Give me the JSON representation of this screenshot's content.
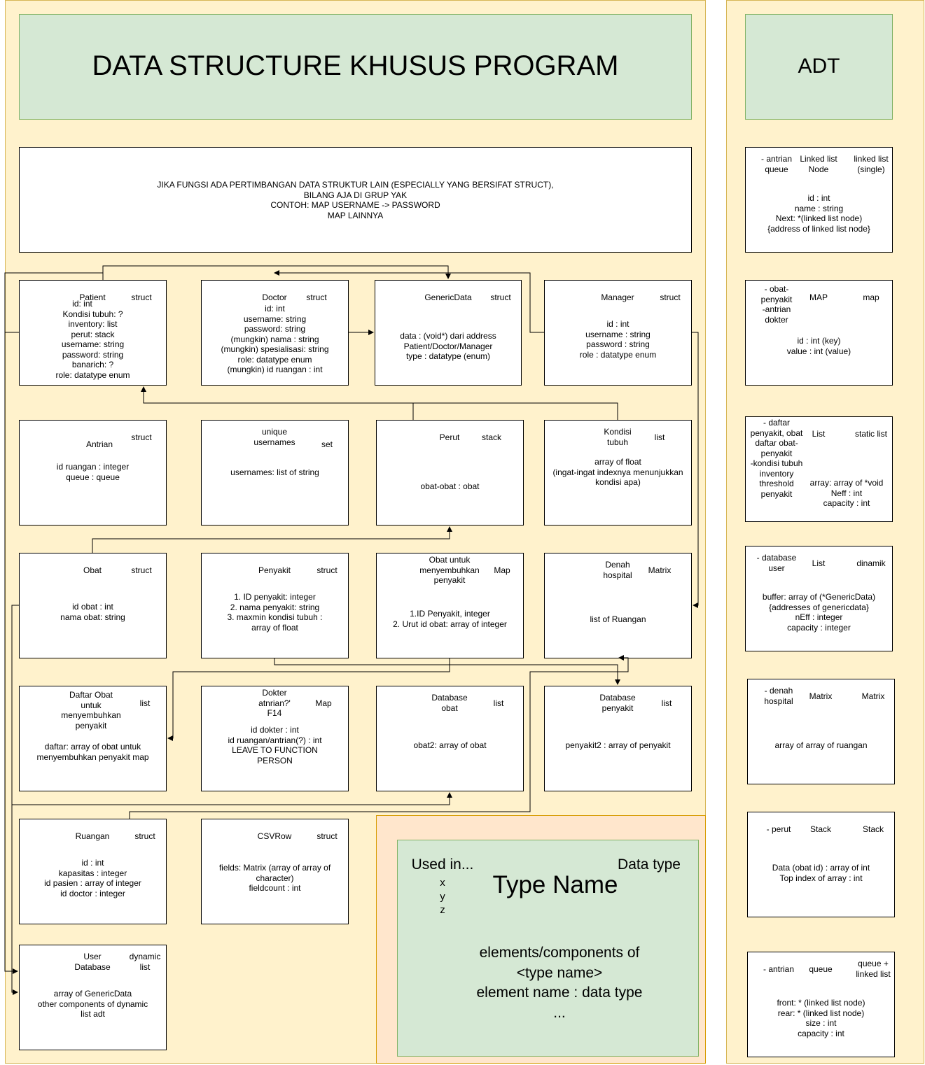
{
  "main_title": "DATA STRUCTURE KHUSUS PROGRAM",
  "adt_title": "ADT",
  "note": {
    "lines": [
      "JIKA FUNGSI ADA PERTIMBANGAN DATA STRUKTUR LAIN (ESPECIALLY YANG BERSIFAT STRUCT),",
      "BILANG AJA DI GRUP YAK",
      "CONTOH: MAP USERNAME -> PASSWORD",
      "MAP LAINNYA"
    ]
  },
  "boxes": {
    "patient": {
      "name": "Patient",
      "kind": "struct",
      "fields": [
        "id: int",
        "Kondisi tubuh: ?",
        "inventory: list",
        "perut: stack",
        "username: string",
        "password: string",
        "banarich: ?",
        "role: datatype enum"
      ]
    },
    "doctor": {
      "name": "Doctor",
      "kind": "struct",
      "fields": [
        "id: int",
        "username: string",
        "password: string",
        "(mungkin) nama : string",
        "(mungkin) spesialisasi: string",
        "role: datatype enum",
        "(mungkin) id ruangan : int"
      ]
    },
    "genericdata": {
      "name": "GenericData",
      "kind": "struct",
      "fields": [
        "data : (void*) dari address",
        "Patient/Doctor/Manager",
        "type : datatype (enum)"
      ]
    },
    "manager": {
      "name": "Manager",
      "kind": "struct",
      "fields": [
        "id : int",
        "username : string",
        "password : string",
        "role : datatype enum"
      ]
    },
    "antrian": {
      "name": "Antrian",
      "kind": "struct",
      "fields": [
        "id ruangan : integer",
        "queue : queue"
      ]
    },
    "unique_usernames": {
      "name_lines": [
        "unique",
        "usernames"
      ],
      "kind": "set",
      "fields": [
        "usernames: list of string"
      ]
    },
    "perut": {
      "name": "Perut",
      "kind": "stack",
      "fields": [
        "obat-obat : obat"
      ]
    },
    "kondisi_tubuh": {
      "name_lines": [
        "Kondisi",
        "tubuh"
      ],
      "kind": "list",
      "fields": [
        "array of float",
        "(ingat-ingat indexnya menunjukkan",
        "kondisi apa)"
      ]
    },
    "obat": {
      "name": "Obat",
      "kind": "struct",
      "fields": [
        "id obat : int",
        "nama obat: string"
      ]
    },
    "penyakit": {
      "name": "Penyakit",
      "kind": "struct",
      "fields": [
        "1. ID penyakit: integer",
        "2. nama penyakit: string",
        "3. maxmin kondisi tubuh :",
        "array of float"
      ]
    },
    "obat_untuk": {
      "name_lines": [
        "Obat untuk",
        "menyembuhkan",
        "penyakit"
      ],
      "kind": "Map",
      "fields": [
        "1.ID Penyakit, integer",
        "2. Urut id obat: array of integer"
      ]
    },
    "denah": {
      "name_lines": [
        "Denah",
        "hospital"
      ],
      "kind": "Matrix",
      "fields": [
        "list of Ruangan"
      ]
    },
    "daftar_obat": {
      "name_lines": [
        "Daftar Obat",
        "untuk",
        "menyembuhkan",
        "penyakit"
      ],
      "kind": "list",
      "fields": [
        "daftar: array of obat untuk",
        "menyembuhkan penyakit map"
      ]
    },
    "dokter_antrian": {
      "name_lines": [
        "Dokter",
        "atnrian?'",
        "F14"
      ],
      "kind": "Map",
      "fields": [
        "id dokter : int",
        "id ruangan/antrian(?) : int",
        "LEAVE TO FUNCTION",
        "PERSON"
      ]
    },
    "database_obat": {
      "name_lines": [
        "Database",
        "obat"
      ],
      "kind": "list",
      "fields": [
        "obat2: array of obat"
      ]
    },
    "database_penyakit": {
      "name_lines": [
        "Database",
        "penyakit"
      ],
      "kind": "list",
      "fields": [
        "penyakit2 : array of penyakit"
      ]
    },
    "ruangan": {
      "name": "Ruangan",
      "kind": "struct",
      "fields": [
        "id : int",
        "kapasitas : integer",
        "id pasien : array of integer",
        "id doctor : integer"
      ]
    },
    "csvrow": {
      "name": "CSVRow",
      "kind": "struct",
      "fields": [
        "fields: Matrix (array of array of",
        "character)",
        "fieldcount : int"
      ]
    },
    "user_database": {
      "name_lines": [
        "User",
        "Database"
      ],
      "kind_lines": [
        "dynamic",
        "list"
      ],
      "fields": [
        "array of GenericData",
        "other components of dynamic",
        "list adt"
      ]
    }
  },
  "adt": {
    "linked_list": {
      "used": [
        "- antrian",
        "queue"
      ],
      "name_lines": [
        "Linked list",
        "Node"
      ],
      "type_lines": [
        "linked list",
        "(single)"
      ],
      "fields": [
        "id : int",
        "name : string",
        "Next: *(linked list node)",
        "{address of linked list node}"
      ]
    },
    "map": {
      "used": [
        "- obat-",
        "penyakit",
        "-antrian",
        "dokter"
      ],
      "name": "MAP",
      "type": "map",
      "fields": [
        "id : int (key)",
        "value : int (value)"
      ]
    },
    "static_list": {
      "used": [
        "- daftar",
        "penyakit, obat",
        "daftar obat-",
        "penyakit",
        "-kondisi tubuh",
        "inventory",
        "threshold",
        "penyakit"
      ],
      "name": "List",
      "type": "static list",
      "fields": [
        "array: array of *void",
        "Neff : int",
        "capacity : int"
      ]
    },
    "dynamic_list": {
      "used": [
        "- database",
        "user"
      ],
      "name": "List",
      "type": "dinamik",
      "fields": [
        "buffer: array of (*GenericData)",
        "{addresses of genericdata}",
        "nEff : integer",
        "capacity : integer"
      ]
    },
    "matrix": {
      "used": [
        "- denah",
        "hospital"
      ],
      "name": "Matrix",
      "type": "Matrix",
      "fields": [
        "array of array of ruangan"
      ]
    },
    "stack": {
      "used": [
        "- perut"
      ],
      "name": "Stack",
      "type": "Stack",
      "fields": [
        "Data (obat id) : array of int",
        "Top index of array : int"
      ]
    },
    "queue": {
      "used": [
        "- antrian"
      ],
      "name": "queue",
      "type_lines": [
        "queue +",
        "linked list"
      ],
      "fields": [
        "front: * (linked list node)",
        "rear: * (linked list node)",
        "size : int",
        "capacity : int"
      ]
    }
  },
  "legend": {
    "used_in": "Used in...",
    "used_items": [
      "x",
      "y",
      "z"
    ],
    "data_type": "Data type",
    "type_name": "Type Name",
    "body": [
      "elements/components of",
      "<type name>",
      "element name : data type",
      "..."
    ]
  }
}
